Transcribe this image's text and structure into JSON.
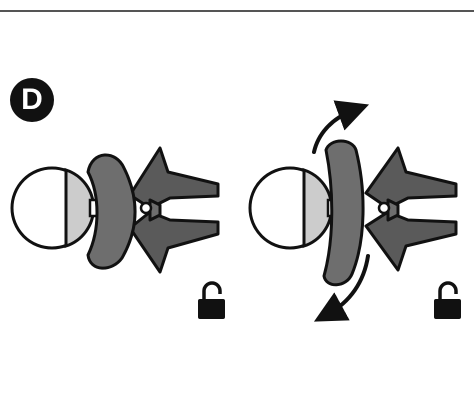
{
  "step": {
    "letter": "D"
  },
  "colors": {
    "ink": "#111111",
    "mount_dark": "#5a5a5a",
    "mount_mid": "#6e6e6e",
    "ball_white": "#ffffff",
    "ball_shade": "#cccccc",
    "rule": "#555555"
  },
  "panels": [
    {
      "name": "initial-position",
      "lock_icon": "lock-open-icon",
      "rotation_arrows": false
    },
    {
      "name": "rotated-position",
      "lock_icon": "lock-open-icon",
      "rotation_arrows": true
    }
  ]
}
